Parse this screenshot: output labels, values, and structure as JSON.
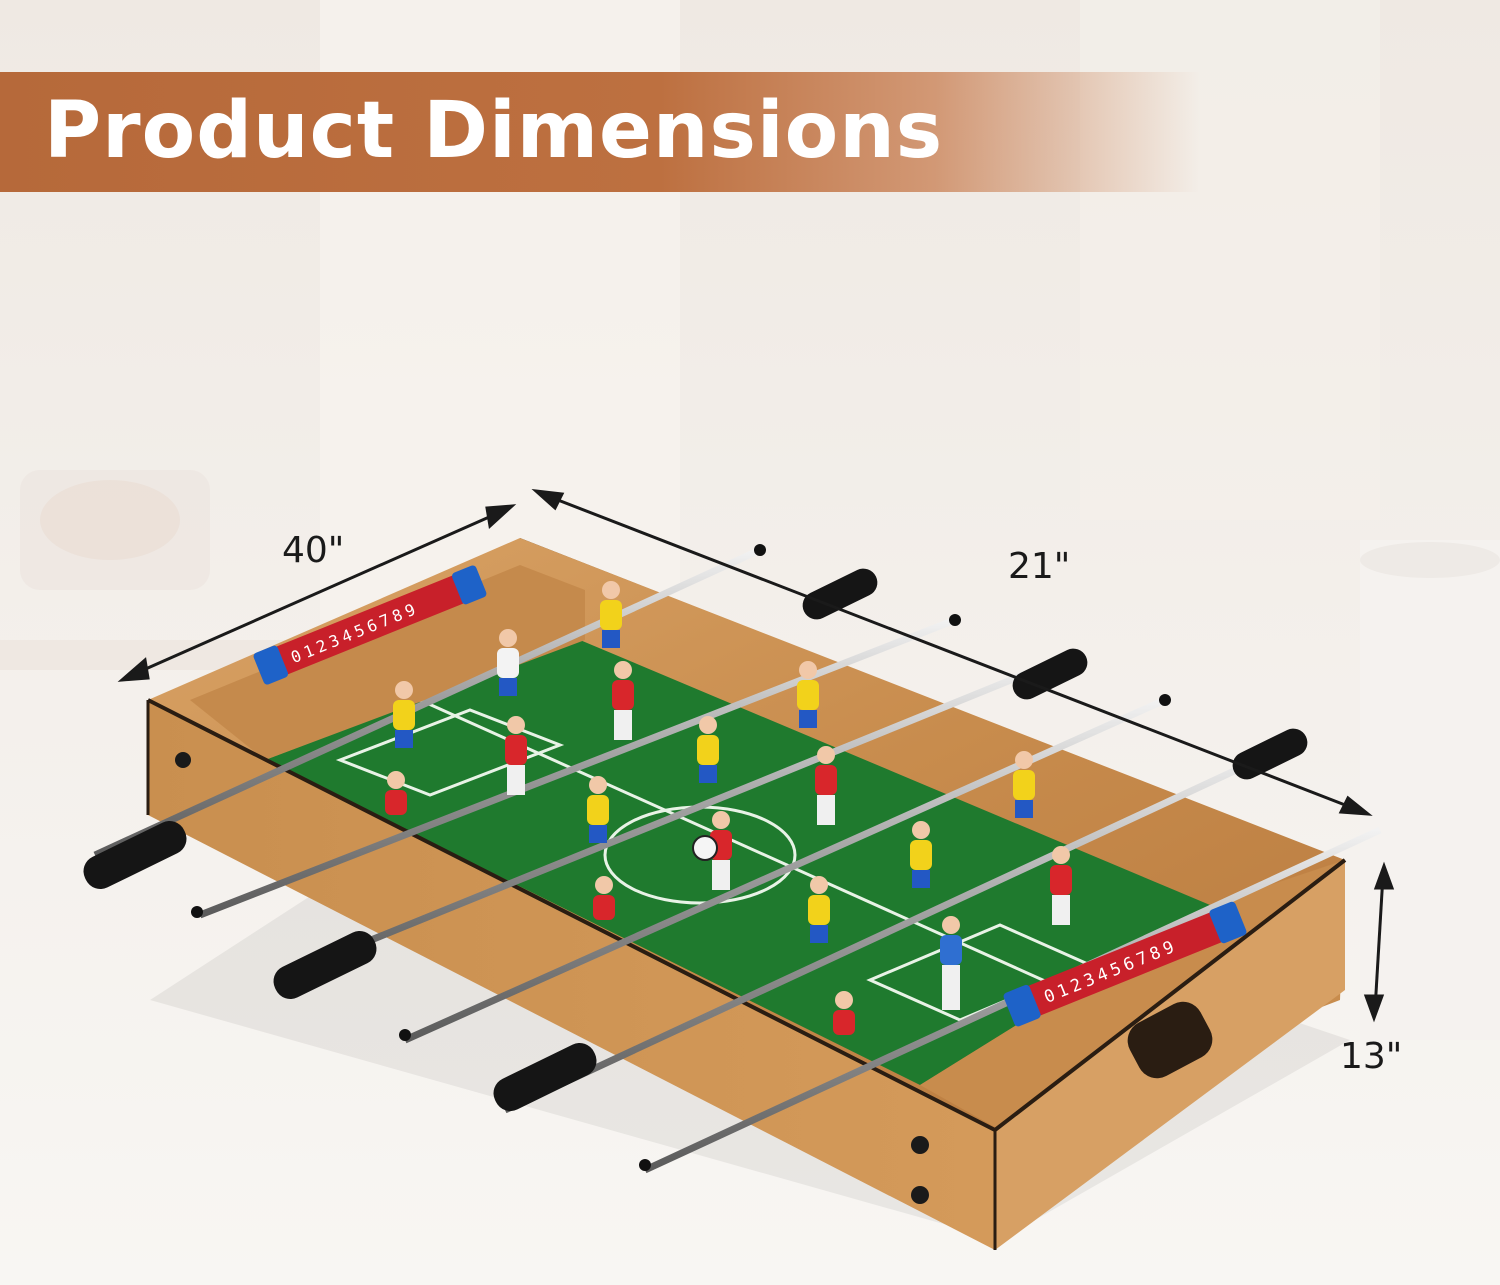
{
  "banner": {
    "title": "Product Dimensions"
  },
  "dimensions": {
    "length": "40\"",
    "width": "21\"",
    "height": "13\""
  },
  "score_counter": {
    "digits": [
      "0",
      "1",
      "2",
      "3",
      "4",
      "5",
      "6",
      "7",
      "8",
      "9"
    ]
  },
  "colors": {
    "banner": "#b6693a",
    "wood": "#c98f4f",
    "field": "#1f7a2e",
    "team_yellow": "#f2d21b",
    "team_red": "#d8262b",
    "score_red": "#c8202a",
    "score_blue": "#1e62c8"
  }
}
